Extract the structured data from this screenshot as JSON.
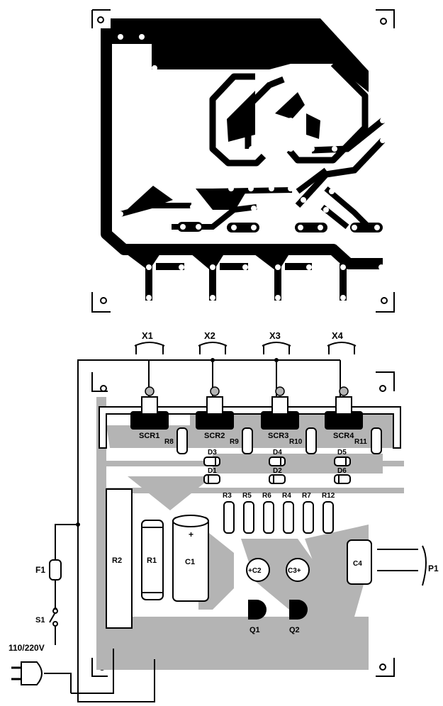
{
  "terminals": {
    "x1": "X1",
    "x2": "X2",
    "x3": "X3",
    "x4": "X4",
    "p1": "P1"
  },
  "scr": [
    "SCR1",
    "SCR2",
    "SCR3",
    "SCR4"
  ],
  "resistors": {
    "r1": "R1",
    "r2": "R2",
    "r3": "R3",
    "r4": "R4",
    "r5": "R5",
    "r6": "R6",
    "r7": "R7",
    "r8": "R8",
    "r9": "R9",
    "r10": "R10",
    "r11": "R11",
    "r12": "R12"
  },
  "diodes": {
    "d1": "D1",
    "d2": "D2",
    "d3": "D3",
    "d4": "D4",
    "d5": "D5",
    "d6": "D6"
  },
  "capacitors": {
    "c1": "C1",
    "c2": "+C2",
    "c3": "C3+",
    "c4": "C4",
    "c1_polarity": "+"
  },
  "transistors": {
    "q1": "Q1",
    "q2": "Q2"
  },
  "power": {
    "fuse": "F1",
    "switch": "S1",
    "mains": "110/220V"
  },
  "colors": {
    "copper": "#000000",
    "board": "#b4b4b4",
    "trace_overlay": "#9a9a9a",
    "paper": "#ffffff"
  }
}
